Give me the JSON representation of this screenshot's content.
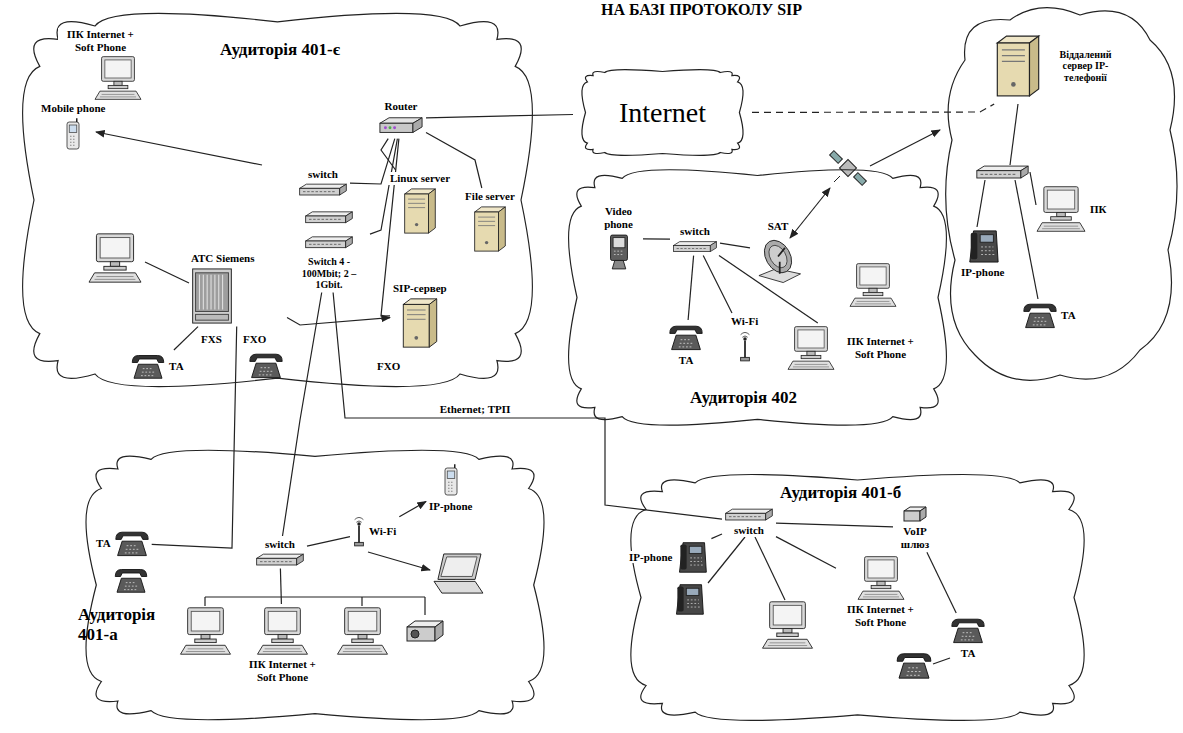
{
  "diagram": {
    "title": "НА БАЗІ ПРОТОКОЛУ SIP",
    "nodes": [
      {
        "text": [
          "Аудиторія 401-є"
        ]
      },
      {
        "text": [
          "ПК Internet + Soft Phone"
        ],
        "in": 0
      },
      {
        "text": [
          "Mobile phone"
        ],
        "in": 0
      },
      {
        "text": [
          "Router"
        ],
        "in": 0
      },
      {
        "text": [
          "switch"
        ],
        "in": 0
      },
      {
        "text": [
          "Switch 4 - 100Mbit; 2 – 1Gbit."
        ],
        "in": 0
      },
      {
        "text": [
          "Linux server"
        ],
        "in": 0
      },
      {
        "text": [
          "File server"
        ],
        "in": 0
      },
      {
        "text": [
          "SIP-сервер"
        ],
        "in": 0
      },
      {
        "text": [
          "АТС Siemens"
        ],
        "in": 0
      },
      {
        "text": [
          "ТА"
        ],
        "in": 0
      },
      {
        "text": [
          "Internet"
        ]
      },
      {
        "text": [
          "Віддалений сервер IP-телефонії"
        ]
      },
      {
        "text": [
          "IP-phone"
        ]
      },
      {
        "text": [
          "ПК"
        ]
      },
      {
        "text": [
          "ТА"
        ]
      },
      {
        "text": [
          "Аудиторія 402"
        ]
      },
      {
        "text": [
          "Video phone"
        ],
        "in": 16
      },
      {
        "text": [
          "switch"
        ],
        "in": 16
      },
      {
        "text": [
          "SAT"
        ],
        "in": 16
      },
      {
        "text": [
          "ТА"
        ],
        "in": 16
      },
      {
        "text": [
          "Wi-Fi"
        ],
        "in": 16
      },
      {
        "text": [
          "ПК Internet + Soft Phone"
        ],
        "in": 16
      },
      {
        "text": [
          "Аудиторія 401-а"
        ]
      },
      {
        "text": [
          "ТА"
        ],
        "in": 23
      },
      {
        "text": [
          "switch"
        ],
        "in": 23
      },
      {
        "text": [
          "Wi-Fi"
        ],
        "in": 23
      },
      {
        "text": [
          "IP-phone"
        ],
        "in": 23
      },
      {
        "text": [
          "ПК Internet + Soft Phone"
        ],
        "in": 23
      },
      {
        "text": [
          "Аудиторія 401-б"
        ]
      },
      {
        "text": [
          "switch"
        ],
        "in": 29
      },
      {
        "text": [
          "IP-phone"
        ],
        "in": 29
      },
      {
        "text": [
          "VoIP шлюз"
        ],
        "in": 29
      },
      {
        "text": [
          "ПК Internet + Soft Phone"
        ],
        "in": 29
      },
      {
        "text": [
          "ТА"
        ],
        "in": 29
      }
    ],
    "edges": [
      {
        "from": 3,
        "to": 11,
        "arrow": "none"
      },
      {
        "from": 3,
        "to": 4,
        "arrow": "none"
      },
      {
        "from": 3,
        "to": 5,
        "arrow": "none"
      },
      {
        "from": 3,
        "to": 6,
        "arrow": "none"
      },
      {
        "from": 3,
        "to": 7,
        "arrow": "none"
      },
      {
        "from": 3,
        "to": 8,
        "arrow": "none"
      },
      {
        "from": 9,
        "to": 8,
        "arrow": "to"
      },
      {
        "from": 9,
        "to": 10,
        "arrow": "none"
      },
      {
        "from": 11,
        "to": 12,
        "arrow": "none"
      },
      {
        "from": 18,
        "to": 17,
        "arrow": "none"
      },
      {
        "from": 18,
        "to": 19,
        "arrow": "none"
      },
      {
        "from": 18,
        "to": 20,
        "arrow": "none"
      },
      {
        "from": 18,
        "to": 21,
        "arrow": "none"
      },
      {
        "from": 18,
        "to": 22,
        "arrow": "none"
      },
      {
        "from": 5,
        "to": 30,
        "label": "Ethernet; ТРП",
        "arrow": "none"
      },
      {
        "from": 5,
        "to": 25,
        "arrow": "none"
      },
      {
        "from": 9,
        "to": 24,
        "arrow": "none"
      },
      {
        "from": 25,
        "to": 26,
        "arrow": "none"
      },
      {
        "from": 26,
        "to": 27,
        "arrow": "to"
      },
      {
        "from": 25,
        "to": 28,
        "arrow": "none"
      },
      {
        "from": 30,
        "to": 31,
        "arrow": "none"
      },
      {
        "from": 30,
        "to": 32,
        "arrow": "none"
      },
      {
        "from": 30,
        "to": 33,
        "arrow": "none"
      },
      {
        "from": 32,
        "to": 34,
        "arrow": "none"
      }
    ],
    "labels": [
      "FXS",
      "FXO",
      "FXO"
    ]
  }
}
